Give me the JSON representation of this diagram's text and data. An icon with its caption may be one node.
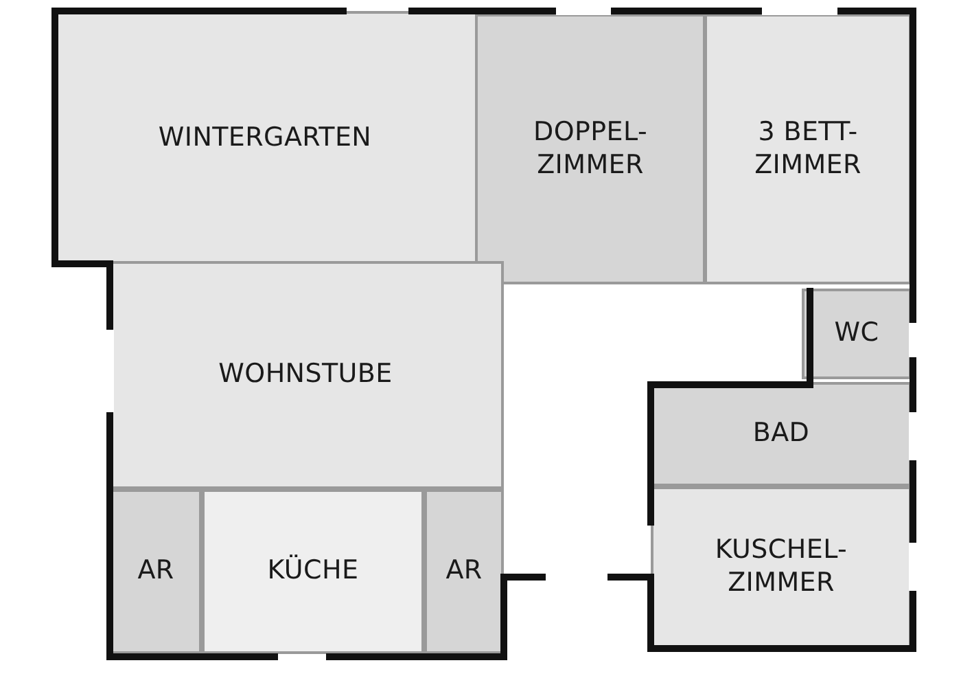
{
  "diagram": {
    "nodes": [
      {
        "text": [
          "WINTERGARTEN"
        ]
      },
      {
        "text": [
          "DOPPEL- ZIMMER"
        ]
      },
      {
        "text": [
          "3 BETT- ZIMMER"
        ]
      },
      {
        "text": [
          "WC"
        ]
      },
      {
        "text": [
          "WOHNSTUBE"
        ]
      },
      {
        "text": [
          "BAD"
        ]
      },
      {
        "text": [
          "AR"
        ]
      },
      {
        "text": [
          "KÜCHE"
        ]
      },
      {
        "text": [
          "AR"
        ]
      },
      {
        "text": [
          "KUSCHEL- ZIMMER"
        ]
      }
    ],
    "edges": []
  }
}
